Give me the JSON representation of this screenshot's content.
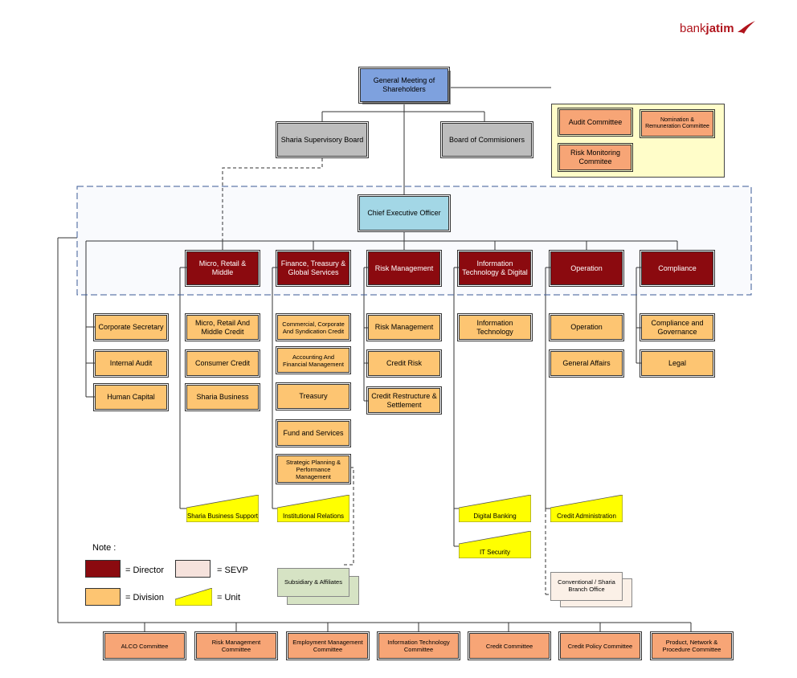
{
  "logo": {
    "prefix": "bank",
    "name": "jatim",
    "color": "#b0141c"
  },
  "top": {
    "gms": "General Meeting of Shareholders",
    "sharia_board": "Sharia Supervisory Board",
    "board_commissioners": "Board of Commisioners",
    "ceo": "Chief Executive Officer"
  },
  "committees_top": {
    "audit": "Audit Committee",
    "nomination": "Nomination & Remuneration Committee",
    "risk_monitoring": "Risk Monitoring Commitee"
  },
  "directors": [
    {
      "label": "Micro, Retail & Middle"
    },
    {
      "label": "Finance, Treasury & Global Services"
    },
    {
      "label": "Risk Management"
    },
    {
      "label": "Information Technology & Digital"
    },
    {
      "label": "Operation"
    },
    {
      "label": "Compliance"
    }
  ],
  "ceo_divisions": [
    "Corporate Secretary",
    "Internal Audit",
    "Human Capital"
  ],
  "divisions": {
    "micro": [
      "Micro, Retail And Middle Credit",
      "Consumer Credit",
      "Sharia Business"
    ],
    "finance": [
      "Commercial, Corporate And Syndication Credit",
      "Accounting And Financial Management",
      "Treasury",
      "Fund and Services",
      "Strategic Planning & Performance Management"
    ],
    "risk": [
      "Risk Management",
      "Credit Risk",
      "Credit Restructure & Settlement"
    ],
    "it": [
      "Information Technology"
    ],
    "operation": [
      "Operation",
      "General Affairs"
    ],
    "compliance": [
      "Compliance and Governance",
      "Legal"
    ]
  },
  "units": {
    "sharia_support": "Sharia Business Support",
    "institutional": "Institutional Relations",
    "digital_banking": "Digital Banking",
    "it_security": "IT Security",
    "credit_admin": "Credit Administration"
  },
  "subsidiary": "Subsidiary & Affiliates",
  "branch": "Conventional / Sharia Branch Office",
  "legend": {
    "title": "Note :",
    "director": "= Director",
    "sevp": "= SEVP",
    "division": "= Division",
    "unit": "= Unit"
  },
  "committees_bottom": [
    "ALCO Committee",
    "Risk Management Committee",
    "Employment Management Committee",
    "Information Technology Committee",
    "Credit Committee",
    "Credit Policy Committee",
    "Product, Network & Procedure Committee"
  ],
  "colors": {
    "director": "#8b0a0f",
    "division": "#fdc572",
    "committee": "#f7a576",
    "unit": "#ffff00",
    "sevp": "#f6e2dc",
    "gms": "#7ea1de",
    "ceo": "#a3d7e6",
    "board": "#bdbdbd",
    "panel": "#fffdc9"
  }
}
